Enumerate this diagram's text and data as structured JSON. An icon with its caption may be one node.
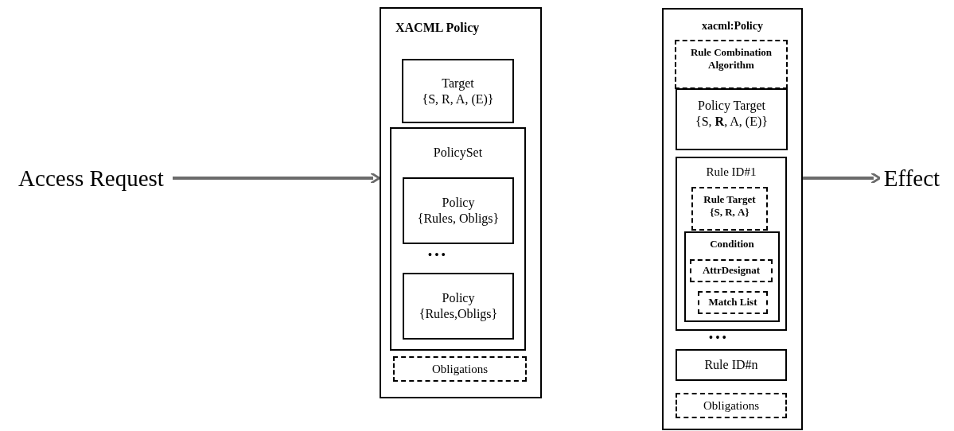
{
  "diagram": {
    "nodes": [
      {
        "text": [
          "Access Request"
        ]
      },
      {
        "text": [
          "XACML Policy"
        ]
      },
      {
        "text": [
          "Target",
          "{S, R, A, (E)}"
        ],
        "in": 1
      },
      {
        "text": [
          "PolicySet"
        ],
        "in": 1
      },
      {
        "text": [
          "Policy",
          "{Rules, Obligs}"
        ],
        "in": 3
      },
      {
        "text": [
          "Policy",
          "{Rules,Obligs}"
        ],
        "in": 3
      },
      {
        "text": [
          "Obligations"
        ],
        "in": 1
      },
      {
        "text": [
          "xacml:Policy"
        ]
      },
      {
        "text": [
          "Rule Combination Algorithm"
        ],
        "in": 7
      },
      {
        "text": [
          "Policy Target",
          "{S, **R**, A, (E)}"
        ],
        "in": 7
      },
      {
        "text": [
          "Rule ID#1"
        ],
        "in": 7
      },
      {
        "text": [
          "Rule Target",
          "{S, R, **A**}"
        ],
        "in": 10
      },
      {
        "text": [
          "Condition"
        ],
        "in": 10
      },
      {
        "text": [
          "AttrDesignat"
        ],
        "in": 12
      },
      {
        "text": [
          "Match List"
        ],
        "in": 12
      },
      {
        "text": [
          "Rule ID#n"
        ],
        "in": 7
      },
      {
        "text": [
          "Obligations"
        ],
        "in": 7
      },
      {
        "text": [
          "Effect"
        ]
      }
    ],
    "edges": [
      {
        "from": 0,
        "to": 1,
        "arrow": "to"
      },
      {
        "from": 7,
        "to": 17,
        "arrow": "to"
      }
    ],
    "labels": [
      "• • •",
      "• • •"
    ]
  }
}
